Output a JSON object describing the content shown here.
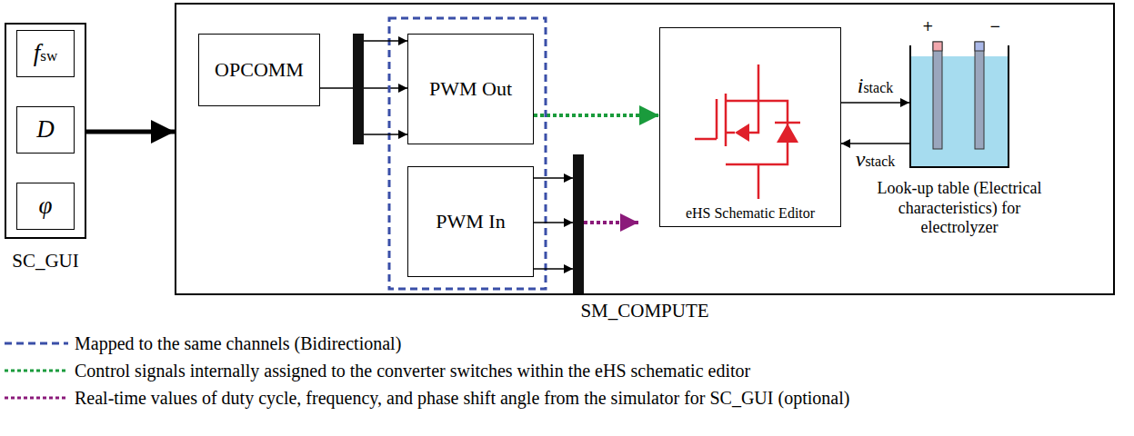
{
  "diagram": {
    "nodes": [
      {
        "text": [
          "SC_GUI"
        ]
      },
      {
        "text": [
          "fsw"
        ],
        "in": 0
      },
      {
        "text": [
          "D"
        ],
        "in": 0
      },
      {
        "text": [
          "φ"
        ],
        "in": 0
      },
      {
        "text": [
          "SM_COMPUTE"
        ]
      },
      {
        "text": [
          "OPCOMM"
        ],
        "in": 4
      },
      {
        "text": [
          "PWM Out"
        ],
        "in": 4
      },
      {
        "text": [
          "PWM In"
        ],
        "in": 4
      },
      {
        "text": [
          "eHS Schematic Editor"
        ],
        "in": 4
      },
      {
        "text": [
          "Look-up table (Electrical characteristics) for electrolyzer"
        ],
        "in": 4
      }
    ],
    "edges": [
      {
        "from": 0,
        "to": 4,
        "arrow": "to"
      },
      {
        "from": 5,
        "to": 6,
        "arrow": "to"
      },
      {
        "from": 6,
        "to": 8,
        "arrow": "to"
      },
      {
        "from": 8,
        "to": 9,
        "label": "istack",
        "arrow": "to"
      },
      {
        "from": 9,
        "to": 8,
        "label": "vstack",
        "arrow": "to"
      }
    ],
    "labels": [
      "+",
      "−"
    ],
    "legend": [
      {
        "text": "Mapped to the same channels (Bidirectional)"
      },
      {
        "text": "Control signals internally assigned to the converter switches within the eHS schematic editor"
      },
      {
        "text": "Real-time values of duty cycle, frequency, and phase shift angle from the simulator for SC_GUI (optional)"
      }
    ]
  }
}
